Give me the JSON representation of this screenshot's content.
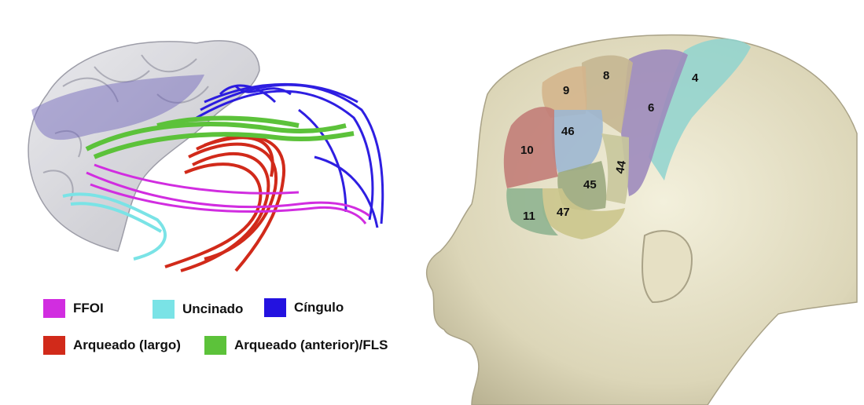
{
  "legend": [
    {
      "label": "FFOI",
      "color": "#d12de0"
    },
    {
      "label": "Uncinado",
      "color": "#7ae3e6"
    },
    {
      "label": "Cíngulo",
      "color": "#2312e0"
    },
    {
      "label": "Arqueado (largo)",
      "color": "#d12a1a"
    },
    {
      "label": "Arqueado (anterior)/FLS",
      "color": "#5cc23a"
    }
  ],
  "areas": [
    "4",
    "6",
    "8",
    "9",
    "46",
    "10",
    "44",
    "45",
    "47",
    "11"
  ]
}
